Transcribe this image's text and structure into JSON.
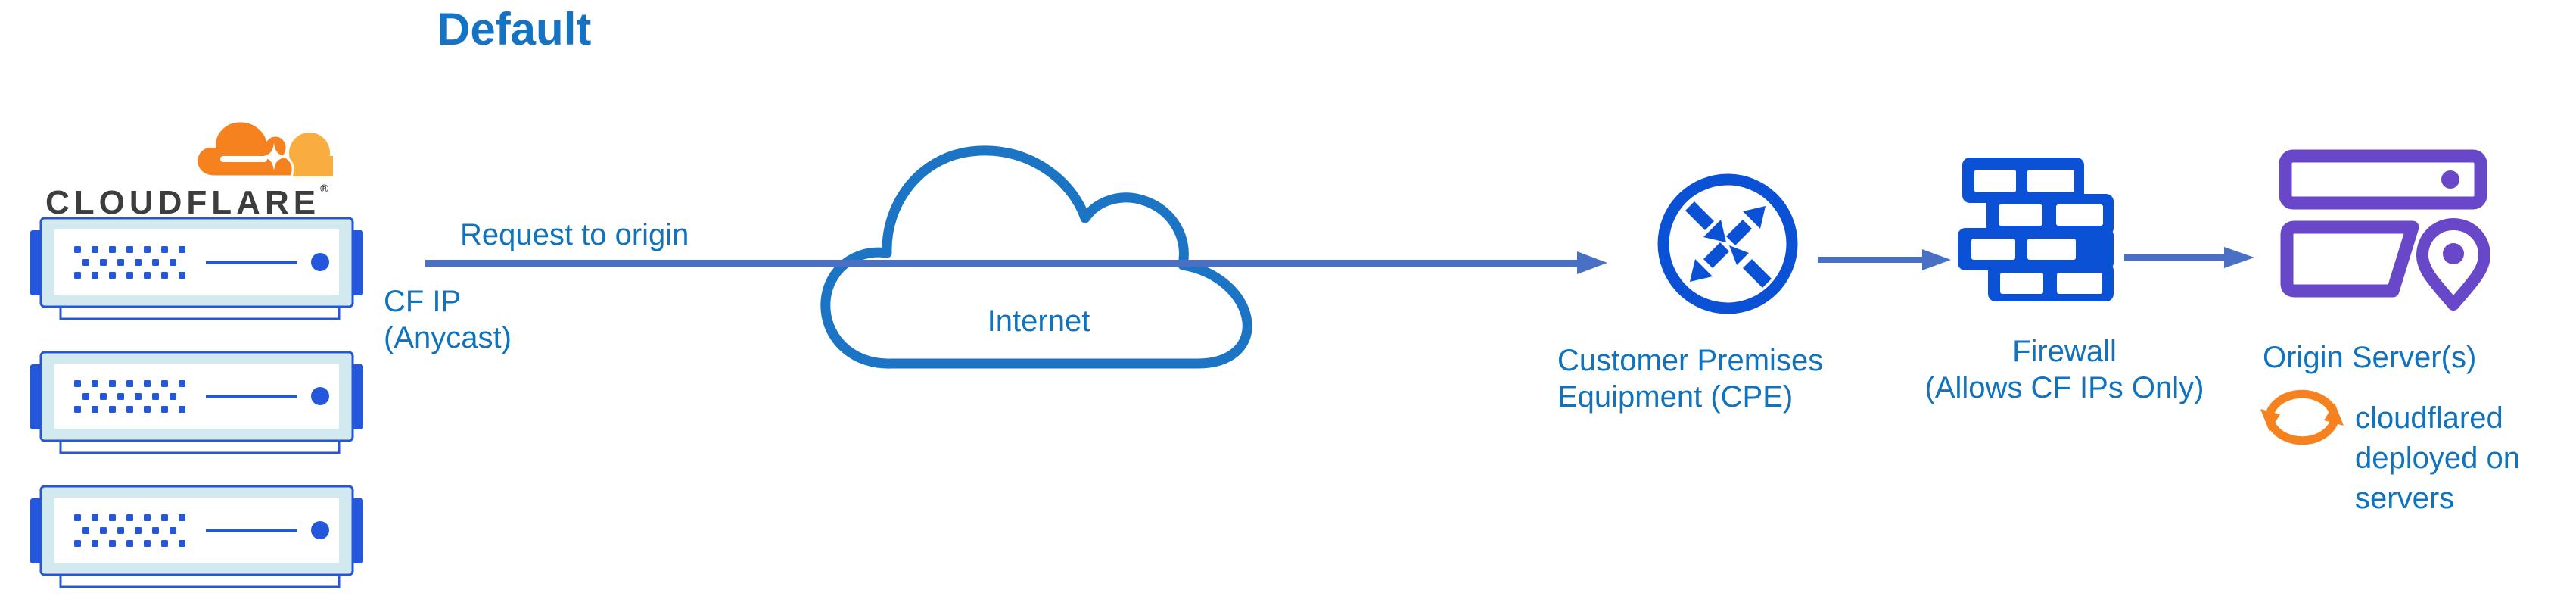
{
  "title": "Default",
  "logo": {
    "wordmark": "CLOUDFLARE",
    "registered": "®"
  },
  "flow": {
    "request_label": "Request to origin",
    "source_ip_line1": "CF IP",
    "source_ip_line2": "(Anycast)"
  },
  "nodes": {
    "cloudflare_edge": {
      "icon": "server-stack-icon",
      "server_count": 3
    },
    "internet": {
      "icon": "cloud-icon",
      "label": "Internet"
    },
    "cpe": {
      "icon": "router-icon",
      "label_line1": "Customer Premises",
      "label_line2": "Equipment (CPE)"
    },
    "firewall": {
      "icon": "brick-wall-icon",
      "label_line1": "Firewall",
      "label_line2": "(Allows CF IPs Only)"
    },
    "origin": {
      "icon": "server-pin-icon",
      "label": "Origin Server(s)",
      "note_icon": "sync-icon",
      "note_line1": "cloudflared",
      "note_line2": "deployed on",
      "note_line3": "servers"
    }
  },
  "colors": {
    "label_blue": "#1173BD",
    "title_blue": "#1573C4",
    "icon_blue": "#0B51D6",
    "server_blue": "#2457DC",
    "server_light": "#D3E9F0",
    "arrow_slate": "#4A70C6",
    "cloud_outline": "#1B74C4",
    "purple": "#6847C8",
    "orange": "#F6821F",
    "logo_orange": "#F6821F",
    "logo_orange_light": "#FAAD3F",
    "wordmark_dark": "#3D3D3E"
  }
}
